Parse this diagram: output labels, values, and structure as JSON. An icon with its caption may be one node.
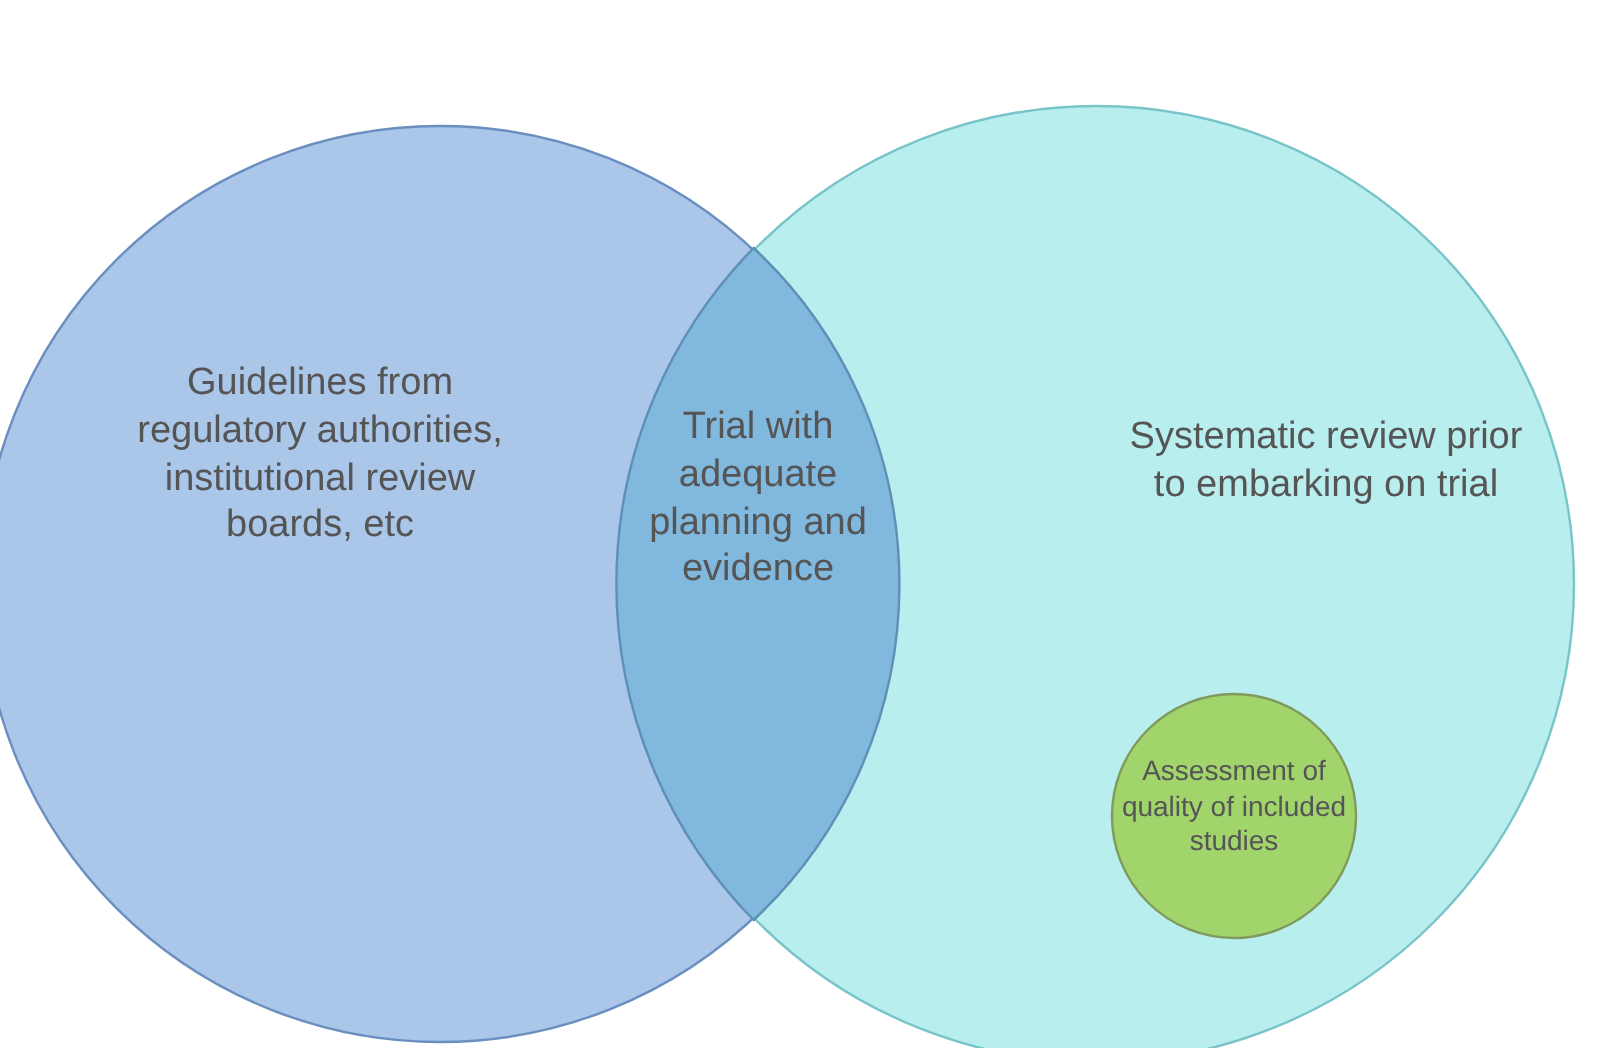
{
  "diagram": {
    "nodes": [
      {
        "text": [
          "Guidelines from regulatory authorities, institutional review boards, etc"
        ]
      },
      {
        "text": [
          "Systematic review prior to embarking on trial"
        ]
      },
      {
        "text": [
          "Trial with adequate planning and evidence"
        ]
      },
      {
        "text": [
          "Assessment of quality of included studies"
        ],
        "in": 1
      }
    ],
    "edges": []
  }
}
